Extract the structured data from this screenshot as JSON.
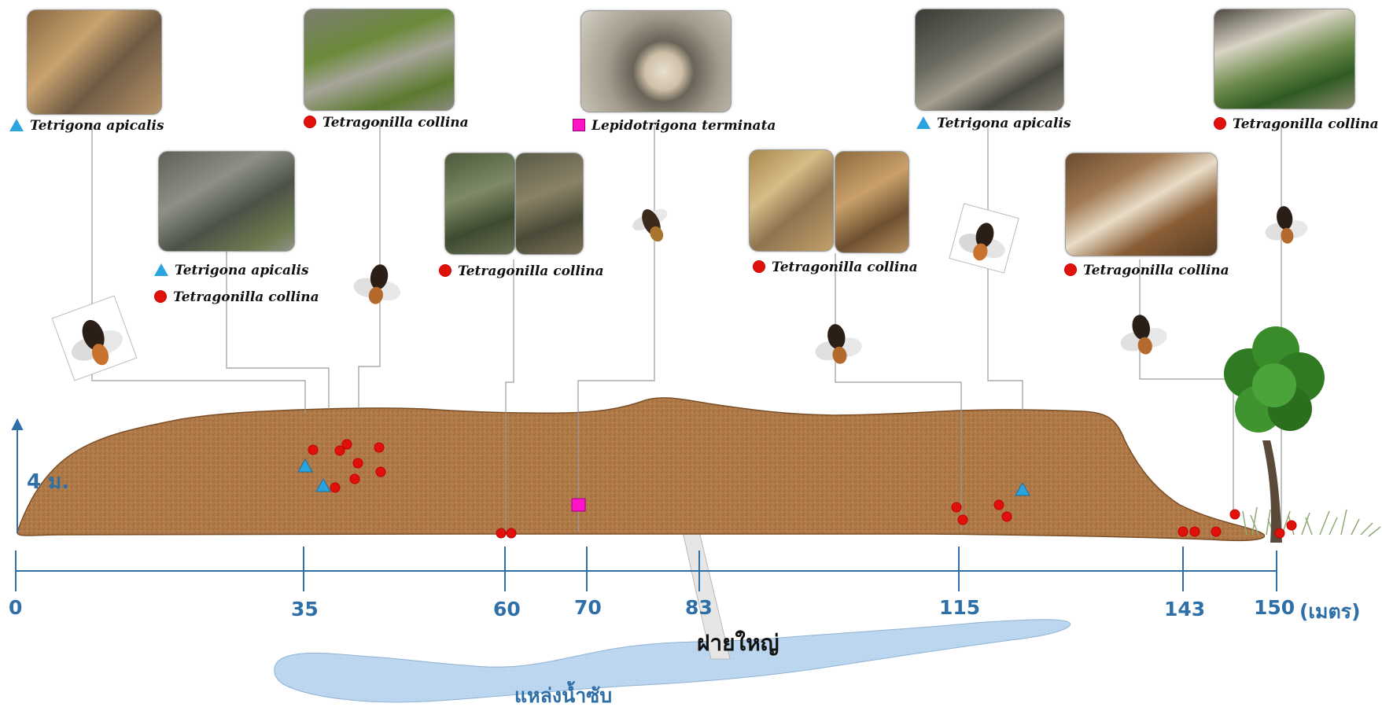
{
  "species": {
    "apicalis": "Tetrigona apicalis",
    "collina": "Tetragonilla collina",
    "terminata": "Lepidotrigona terminata"
  },
  "labels": {
    "height": "4 ม.",
    "dam": "ฝายใหญ่",
    "reservoir": "แหล่งน้ำซับ",
    "unit": "(เมตร)"
  },
  "axis_ticks": [
    "0",
    "35",
    "60",
    "70",
    "83",
    "115",
    "143",
    "150"
  ],
  "colors": {
    "mound": "#b07a48",
    "water": "#bcd7ef",
    "axis": "#2f6fa8",
    "triangle": "#2aa4de",
    "circle": "#e0110b",
    "square": "#ff14c8"
  }
}
